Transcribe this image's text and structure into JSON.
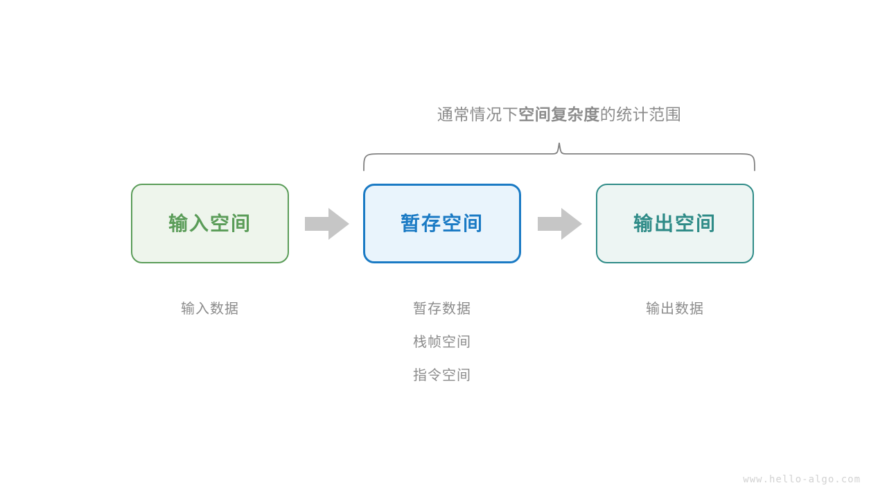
{
  "diagram": {
    "title_prefix": "通常情况下",
    "title_emphasis": "空间复杂度",
    "title_suffix": "的统计范围",
    "brace": {
      "name": "curly-brace",
      "spans_boxes": [
        "暂存空间",
        "输出空间"
      ],
      "color": "#808080"
    },
    "boxes": [
      {
        "id": "input",
        "label": "输入空间",
        "border_color": "#5a9c58",
        "fill_color": "#eef5ec",
        "text_color": "#5a9c58"
      },
      {
        "id": "temp",
        "label": "暂存空间",
        "border_color": "#1a7ac4",
        "fill_color": "#e9f4fc",
        "text_color": "#1a7ac4"
      },
      {
        "id": "output",
        "label": "输出空间",
        "border_color": "#2e8b87",
        "fill_color": "#edf5f3",
        "text_color": "#2e8b87"
      }
    ],
    "arrows": [
      {
        "id": "arrow-1",
        "from": "input",
        "to": "temp",
        "color": "#c6c6c6"
      },
      {
        "id": "arrow-2",
        "from": "temp",
        "to": "output",
        "color": "#c6c6c6"
      }
    ],
    "captions": {
      "input": [
        "输入数据"
      ],
      "temp": [
        "暂存数据",
        "栈帧空间",
        "指令空间"
      ],
      "output": [
        "输出数据"
      ]
    },
    "caption_color": "#8b8b8b",
    "watermark": "www.hello-algo.com"
  }
}
